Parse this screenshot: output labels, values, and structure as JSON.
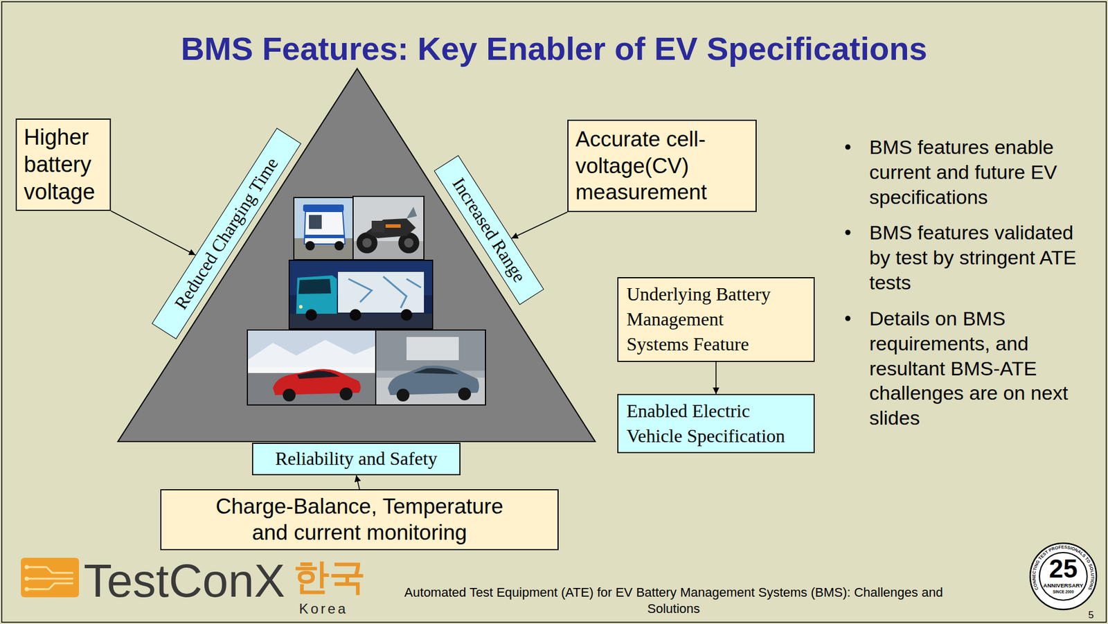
{
  "diagram": {
    "title": "BMS Features: Key Enabler of EV Specifications",
    "nodes": [
      {
        "text": [
          "Higher battery voltage"
        ]
      },
      {
        "text": [
          "Reduced Charging Time"
        ]
      },
      {
        "text": [
          "Increased Range"
        ]
      },
      {
        "text": [
          "Accurate cell-voltage(CV) measurement"
        ]
      },
      {
        "text": [
          "Underlying Battery Management Systems Feature"
        ]
      },
      {
        "text": [
          "Enabled Electric Vehicle Specification"
        ]
      },
      {
        "text": [
          "Reliability and Safety"
        ]
      },
      {
        "text": [
          "Charge-Balance, Temperature and current monitoring"
        ]
      }
    ],
    "edges": [
      {
        "from": 0,
        "to": 1,
        "arrow": "to"
      },
      {
        "from": 3,
        "to": 2,
        "arrow": "to"
      },
      {
        "from": 7,
        "to": 6,
        "arrow": "to"
      },
      {
        "from": 4,
        "to": 5,
        "arrow": "to"
      }
    ],
    "labels": [
      "BMS features enable current and future EV specifications",
      "BMS features validated by test by stringent ATE tests",
      "Details on BMS requirements, and resultant BMS-ATE challenges are on next slides",
      "TestConX",
      "한국",
      "Korea",
      "Automated Test Equipment (ATE) for EV Battery Management Systems (BMS): Challenges and Solutions",
      "25",
      "ANNIVERSARY",
      "SINCE 2000",
      "CONNECTING TEST PROFESSIONALS TO SOLUTIONS",
      "5"
    ]
  }
}
